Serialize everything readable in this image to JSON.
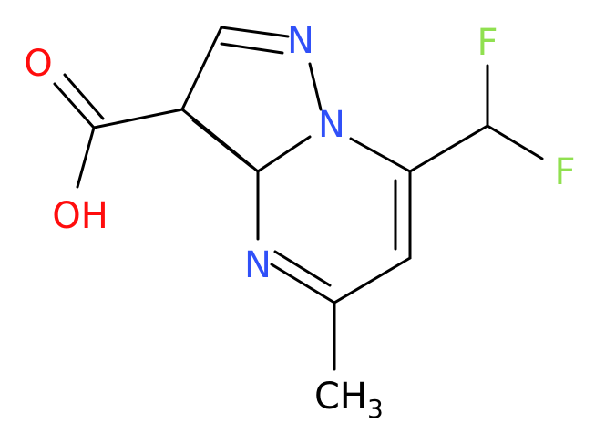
{
  "colors": {
    "background": "#ffffff",
    "bond": "#000000",
    "nitrogen": "#3050f8",
    "oxygen": "#ff0d0d",
    "fluorine": "#90e050",
    "carbon": "#000000"
  },
  "atoms": {
    "n_pyrazole": "N",
    "n_bridge": "N",
    "n_pyrimidine": "N",
    "o_carbonyl": "O",
    "oh_group": "OH",
    "f_upper": "F",
    "f_lower": "F",
    "methyl": "CH",
    "methyl_subscript": "3"
  }
}
